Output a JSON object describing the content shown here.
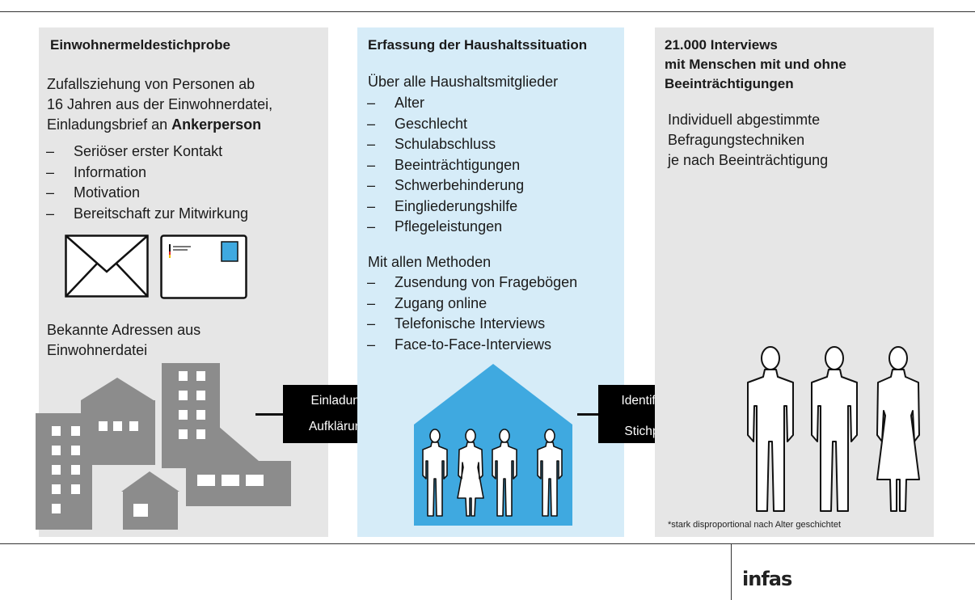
{
  "panel1": {
    "title": "Einwohnermeldestichprobe",
    "intro_line1": "Zufallsziehung von Personen ab",
    "intro_line2": "16 Jahren aus der Einwohnerdatei,",
    "intro_line3_prefix": "Einladungsbrief an ",
    "intro_line3_bold": "Ankerperson",
    "bullets": [
      "Seriöser erster Kontakt",
      "Information",
      "Motivation",
      "Bereitschaft zur Mitwirkung"
    ],
    "addresses_line1": "Bekannte Adressen aus",
    "addresses_line2": "Einwohnerdatei"
  },
  "arrow1": {
    "line1": "Einladung",
    "line2": "Aufklärung"
  },
  "panel2": {
    "title": "Erfassung der Haushaltssituation",
    "members_heading": "Über alle Haushaltsmitglieder",
    "members": [
      "Alter",
      "Geschlecht",
      "Schulabschluss",
      "Beeinträchtigungen",
      "Schwerbehinderung",
      "Eingliederungshilfe",
      "Pflegeleistungen"
    ],
    "methods_heading": "Mit allen Methoden",
    "methods": [
      "Zusendung von Fragebögen",
      "Zugang online",
      "Telefonische Interviews",
      "Face-to-Face-Interviews"
    ]
  },
  "arrow2": {
    "line1": "Identifikation",
    "line2": "Stichprobe",
    "line2_mark": "*"
  },
  "panel3": {
    "title_line1": "21.000 Interviews",
    "title_line2": "mit Menschen mit und ohne",
    "title_line3": "Beeinträchtigungen",
    "text_line1": "Individuell abgestimmte",
    "text_line2": "Befragungstechniken",
    "text_line3": "je nach Beeinträchtigung",
    "footnote": "*stark disproportional  nach Alter geschichtet"
  },
  "logo": "infas",
  "colors": {
    "panel_gray": "#e6e6e6",
    "panel_blue": "#d6ecf8",
    "house_blue": "#3fa9e0",
    "building_gray": "#8c8c8c",
    "label_black": "#000000"
  }
}
